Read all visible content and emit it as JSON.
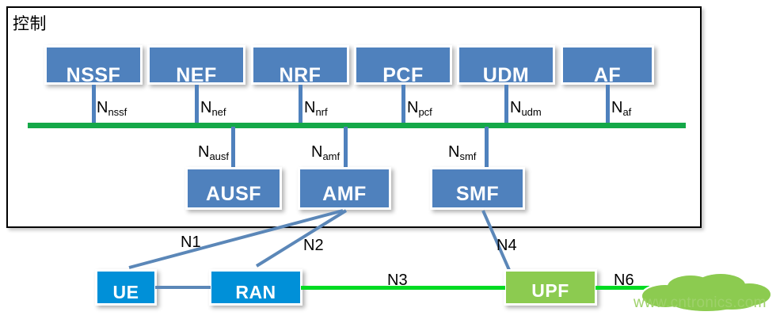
{
  "diagram": {
    "title_watermark": "www.cntronics.com",
    "control_plane": {
      "label": "控制",
      "border_color": "#000000"
    },
    "colors": {
      "control_node_blue": "#4F81BD",
      "access_node_blue": "#0090D8",
      "user_plane_green": "#8CCB50",
      "bus_green": "#14A848",
      "data_link_green": "#00DB22",
      "connector_blue": "#5B87B8",
      "watermark_green": "#9ED16A"
    },
    "control_nodes": [
      {
        "id": "nssf",
        "label": "NSSF"
      },
      {
        "id": "nef",
        "label": "NEF"
      },
      {
        "id": "nrf",
        "label": "NRF"
      },
      {
        "id": "pcf",
        "label": "PCF"
      },
      {
        "id": "udm",
        "label": "UDM"
      },
      {
        "id": "af",
        "label": "AF"
      }
    ],
    "lower_control_nodes": [
      {
        "id": "ausf",
        "label": "AUSF"
      },
      {
        "id": "amf",
        "label": "AMF"
      },
      {
        "id": "smf",
        "label": "SMF"
      }
    ],
    "user_plane_nodes": [
      {
        "id": "ue",
        "label": "UE"
      },
      {
        "id": "ran",
        "label": "RAN"
      },
      {
        "id": "upf",
        "label": "UPF"
      }
    ],
    "sbi_interfaces": [
      {
        "id": "nnssf",
        "base": "N",
        "sub": "nssf"
      },
      {
        "id": "nnef",
        "base": "N",
        "sub": "nef"
      },
      {
        "id": "nnrf",
        "base": "N",
        "sub": "nrf"
      },
      {
        "id": "npcf",
        "base": "N",
        "sub": "pcf"
      },
      {
        "id": "nudm",
        "base": "N",
        "sub": "udm"
      },
      {
        "id": "naf",
        "base": "N",
        "sub": "af"
      },
      {
        "id": "nausf",
        "base": "N",
        "sub": "ausf"
      },
      {
        "id": "namf",
        "base": "N",
        "sub": "amf"
      },
      {
        "id": "nsmf",
        "base": "N",
        "sub": "smf"
      }
    ],
    "reference_points": [
      {
        "id": "n1",
        "label": "N1"
      },
      {
        "id": "n2",
        "label": "N2"
      },
      {
        "id": "n3",
        "label": "N3"
      },
      {
        "id": "n4",
        "label": "N4"
      },
      {
        "id": "n6",
        "label": "N6"
      }
    ],
    "cloud": {
      "name": "data-network-cloud"
    }
  }
}
